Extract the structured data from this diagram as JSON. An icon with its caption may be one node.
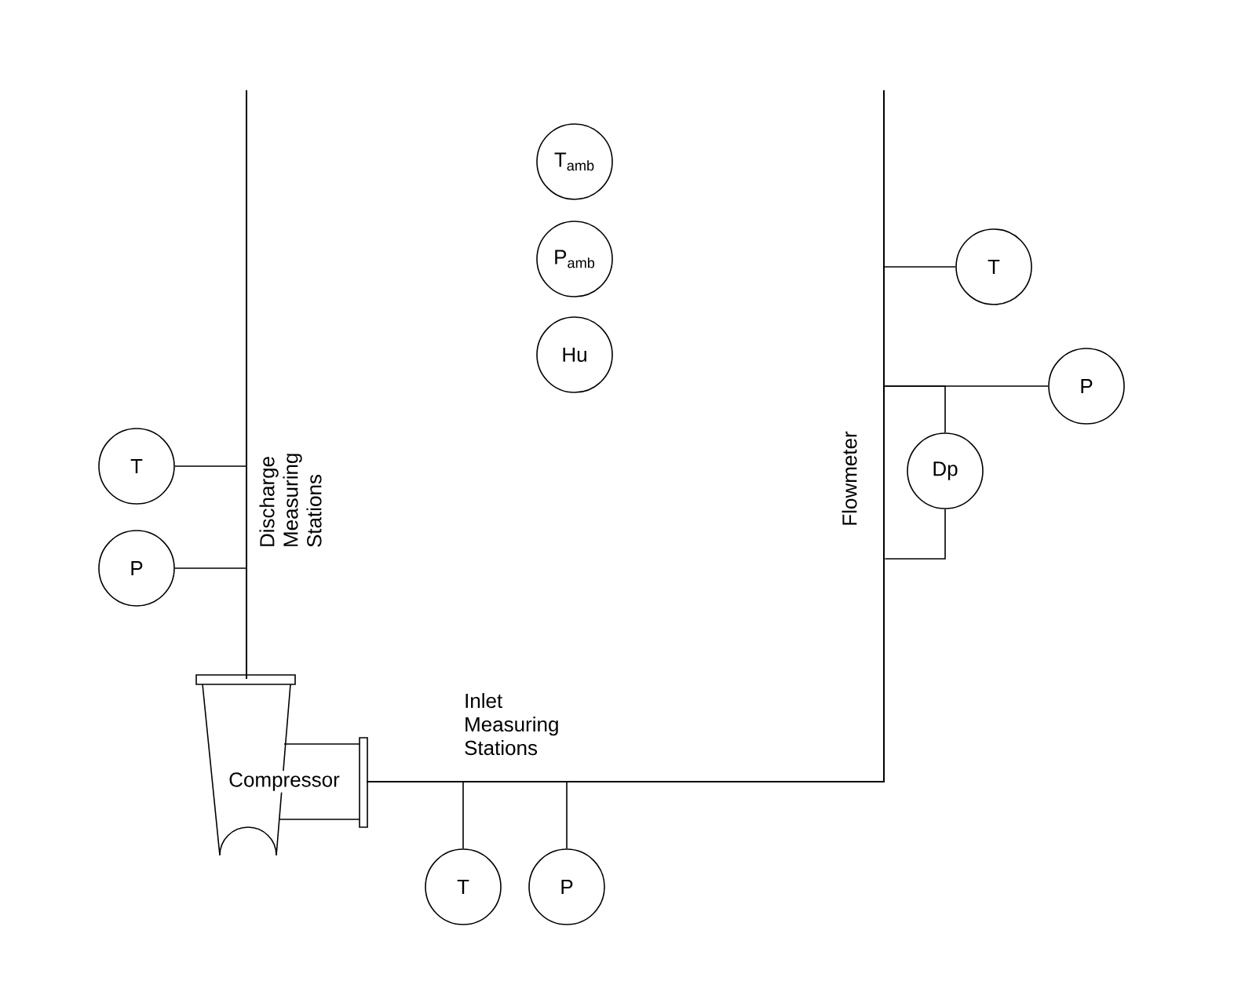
{
  "diagram": {
    "nodes": [
      {
        "text": [
          "T$_{amb}$"
        ]
      },
      {
        "text": [
          "P$_{amb}$"
        ]
      },
      {
        "text": [
          "Hu"
        ]
      },
      {
        "text": [],
        "shape": "bar",
        "beside": [
          "Discharge Measuring Stations"
        ]
      },
      {
        "text": [
          "T"
        ]
      },
      {
        "text": [
          "P"
        ]
      },
      {
        "text": [
          "Compressor"
        ]
      },
      {
        "text": [],
        "shape": "bar",
        "beside": [
          "Inlet Measuring Stations"
        ]
      },
      {
        "text": [
          "T"
        ]
      },
      {
        "text": [
          "P"
        ]
      },
      {
        "text": [],
        "shape": "bar",
        "beside": [
          "Flowmeter"
        ]
      },
      {
        "text": [
          "T"
        ]
      },
      {
        "text": [
          "P"
        ]
      },
      {
        "text": [
          "Dp"
        ]
      }
    ],
    "edges": [
      {
        "from": 4,
        "to": 3,
        "arrow": "none"
      },
      {
        "from": 5,
        "to": 3,
        "arrow": "none"
      },
      {
        "from": 8,
        "to": 7,
        "arrow": "none"
      },
      {
        "from": 9,
        "to": 7,
        "arrow": "none"
      },
      {
        "from": 11,
        "to": 10,
        "arrow": "none"
      },
      {
        "from": 12,
        "to": 10,
        "arrow": "none"
      },
      {
        "from": 13,
        "to": 10,
        "arrow": "none"
      },
      {
        "from": 13,
        "to": 10,
        "arrow": "none"
      }
    ]
  }
}
